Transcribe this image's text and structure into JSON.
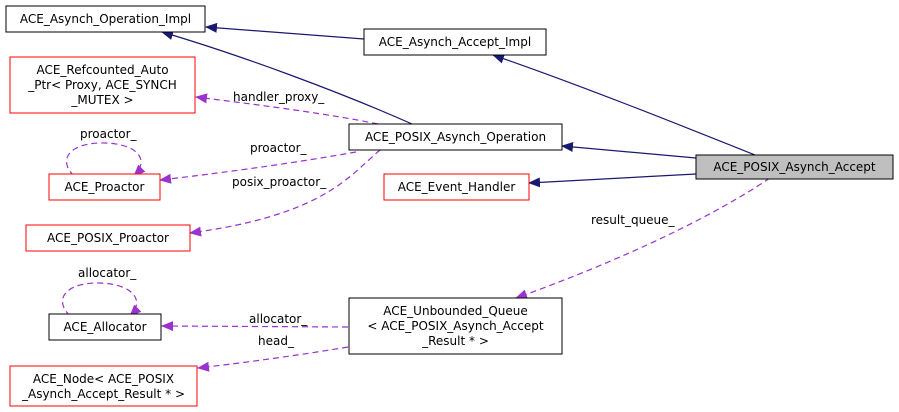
{
  "colors": {
    "black_border": "#000000",
    "red_border": "#ff0000",
    "highlight_fill": "#bfbfbf",
    "inherit_edge": "#191970",
    "usage_edge": "#9a32cd",
    "text": "#000000"
  },
  "nodes": [
    {
      "id": "asynch_operation_impl",
      "border": "black",
      "lines": [
        "ACE_Asynch_Operation_Impl"
      ]
    },
    {
      "id": "asynch_accept_impl",
      "border": "black",
      "lines": [
        "ACE_Asynch_Accept_Impl"
      ]
    },
    {
      "id": "refcounted_auto_ptr",
      "border": "red",
      "lines": [
        "ACE_Refcounted_Auto",
        "_Ptr< Proxy, ACE_SYNCH",
        "_MUTEX >"
      ]
    },
    {
      "id": "posix_asynch_operation",
      "border": "black",
      "lines": [
        "ACE_POSIX_Asynch_Operation"
      ]
    },
    {
      "id": "posix_asynch_accept",
      "border": "black",
      "highlighted": true,
      "lines": [
        "ACE_POSIX_Asynch_Accept"
      ]
    },
    {
      "id": "proactor",
      "border": "red",
      "lines": [
        "ACE_Proactor"
      ]
    },
    {
      "id": "event_handler",
      "border": "red",
      "lines": [
        "ACE_Event_Handler"
      ]
    },
    {
      "id": "posix_proactor",
      "border": "red",
      "lines": [
        "ACE_POSIX_Proactor"
      ]
    },
    {
      "id": "allocator",
      "border": "black",
      "lines": [
        "ACE_Allocator"
      ]
    },
    {
      "id": "unbounded_queue",
      "border": "black",
      "lines": [
        "ACE_Unbounded_Queue",
        "< ACE_POSIX_Asynch_Accept",
        "_Result * >"
      ]
    },
    {
      "id": "ace_node",
      "border": "red",
      "lines": [
        "ACE_Node< ACE_POSIX",
        "_Asynch_Accept_Result * >"
      ]
    }
  ],
  "edges": [
    {
      "id": "impl-to-operation-impl",
      "kind": "inherit",
      "from": "asynch_accept_impl",
      "to": "asynch_operation_impl",
      "label": ""
    },
    {
      "id": "posix-op-to-operation-impl",
      "kind": "inherit",
      "from": "posix_asynch_operation",
      "to": "asynch_operation_impl",
      "label": ""
    },
    {
      "id": "accept-to-accept-impl",
      "kind": "inherit",
      "from": "posix_asynch_accept",
      "to": "asynch_accept_impl",
      "label": ""
    },
    {
      "id": "accept-to-posix-op",
      "kind": "inherit",
      "from": "posix_asynch_accept",
      "to": "posix_asynch_operation",
      "label": ""
    },
    {
      "id": "accept-to-event-handler",
      "kind": "inherit",
      "from": "posix_asynch_accept",
      "to": "event_handler",
      "label": ""
    },
    {
      "id": "handler-proxy",
      "kind": "usage",
      "from": "posix_asynch_operation",
      "to": "refcounted_auto_ptr",
      "label": "handler_proxy_"
    },
    {
      "id": "proactor",
      "kind": "usage",
      "from": "posix_asynch_operation",
      "to": "proactor",
      "label": "proactor_"
    },
    {
      "id": "proactor-self",
      "kind": "usage",
      "from": "proactor",
      "to": "proactor",
      "label": "proactor_"
    },
    {
      "id": "posix-proactor",
      "kind": "usage",
      "from": "posix_asynch_operation",
      "to": "posix_proactor",
      "label": "posix_proactor_"
    },
    {
      "id": "result-queue",
      "kind": "usage",
      "from": "posix_asynch_accept",
      "to": "unbounded_queue",
      "label": "result_queue_"
    },
    {
      "id": "allocator",
      "kind": "usage",
      "from": "unbounded_queue",
      "to": "allocator",
      "label": "allocator_"
    },
    {
      "id": "allocator-self",
      "kind": "usage",
      "from": "allocator",
      "to": "allocator",
      "label": "allocator_"
    },
    {
      "id": "head",
      "kind": "usage",
      "from": "unbounded_queue",
      "to": "ace_node",
      "label": "head_"
    }
  ]
}
